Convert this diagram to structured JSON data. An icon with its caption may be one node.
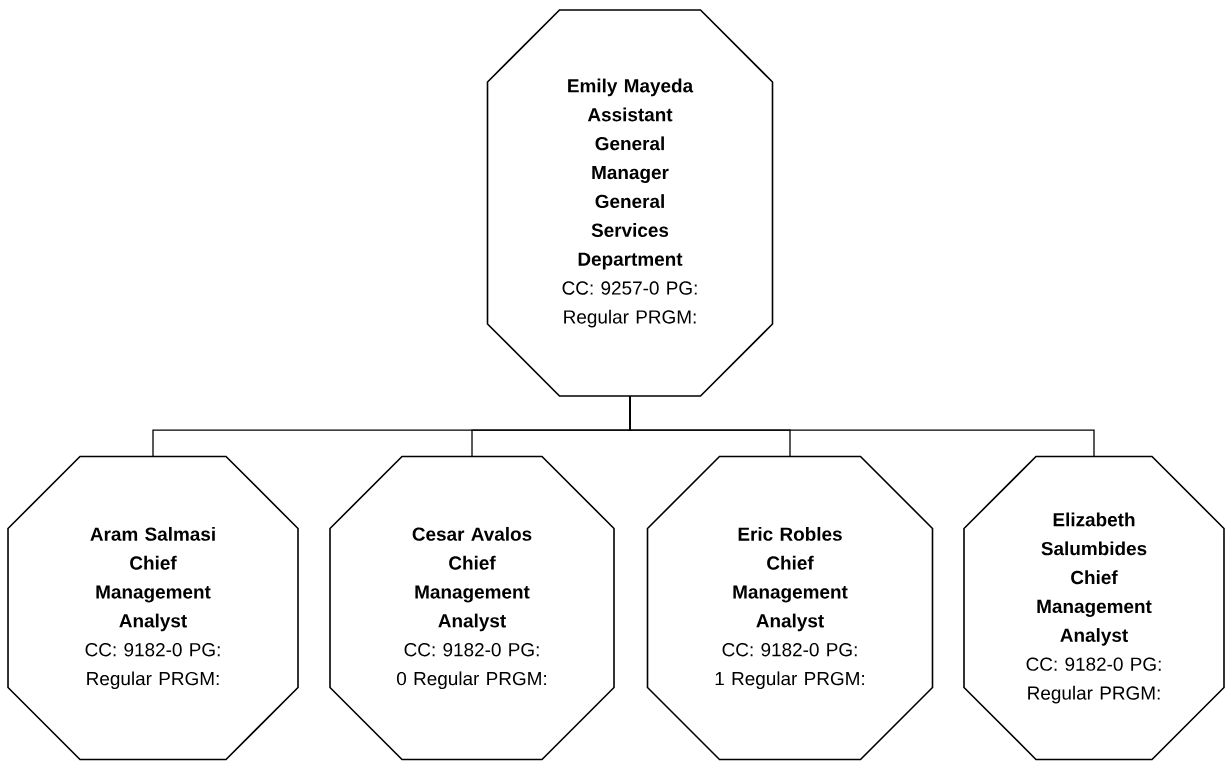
{
  "diagram": {
    "nodes": [
      {
        "text": [
          "Emily Mayeda",
          "Assistant General Manager General Services Department",
          "CC: 9257-0 PG: Regular PRGM:"
        ]
      },
      {
        "text": [
          "Aram Salmasi",
          "Chief Management Analyst",
          "CC: 9182-0 PG: Regular PRGM:"
        ]
      },
      {
        "text": [
          "Cesar Avalos",
          "Chief Management Analyst",
          "CC: 9182-0 PG: 0 Regular PRGM:"
        ]
      },
      {
        "text": [
          "Eric Robles",
          "Chief Management Analyst",
          "CC: 9182-0 PG: 1 Regular PRGM:"
        ]
      },
      {
        "text": [
          "Elizabeth Salumbides",
          "Chief Management Analyst",
          "CC: 9182-0 PG: Regular PRGM:"
        ]
      }
    ],
    "edges": [
      {
        "from": 0,
        "to": 1,
        "arrow": "none"
      },
      {
        "from": 0,
        "to": 2,
        "arrow": "none"
      },
      {
        "from": 0,
        "to": 3,
        "arrow": "none"
      },
      {
        "from": 0,
        "to": 4,
        "arrow": "none"
      }
    ]
  }
}
